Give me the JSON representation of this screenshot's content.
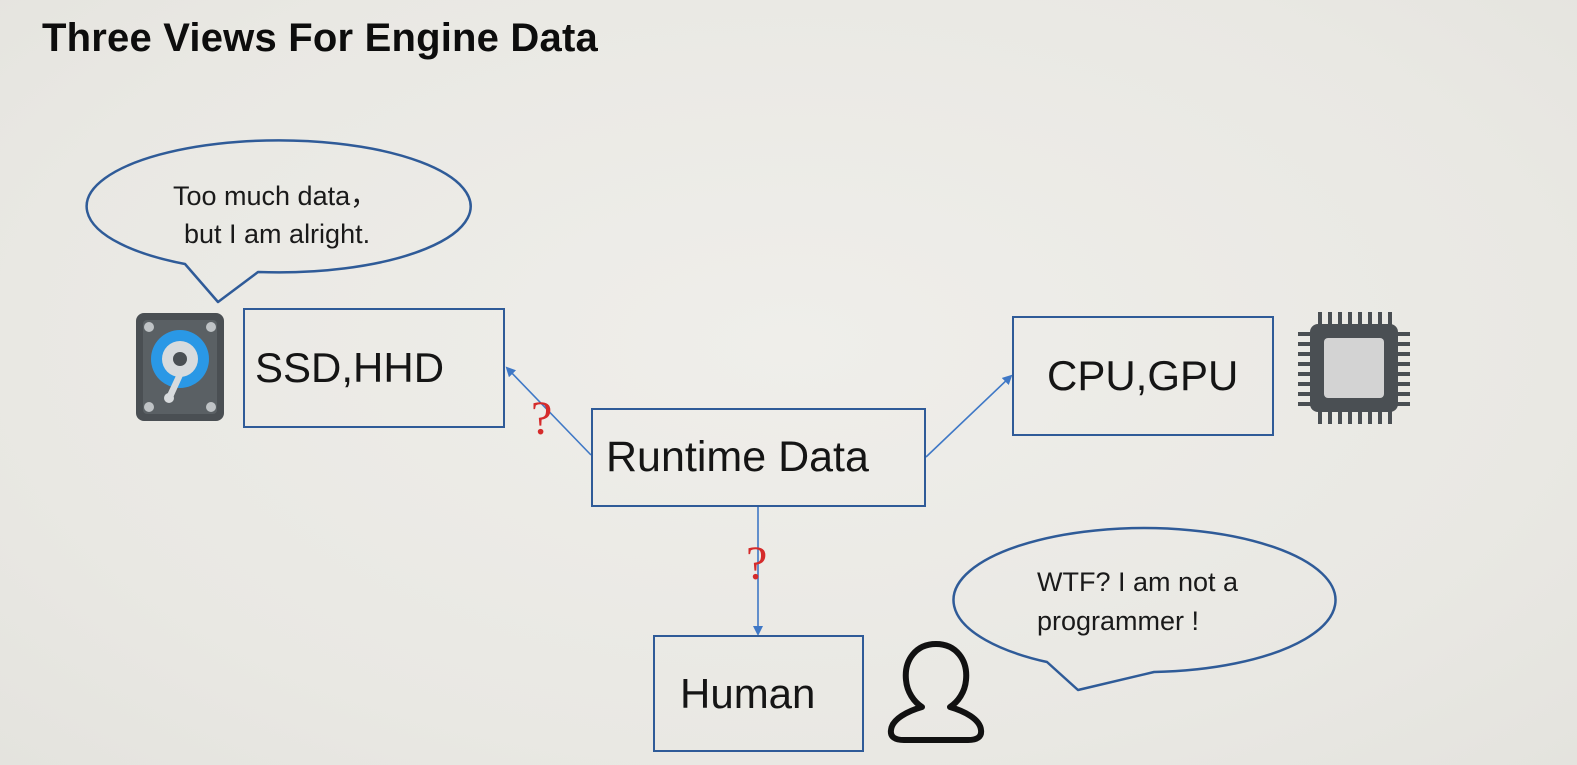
{
  "slide": {
    "title": "Three Views For Engine Data"
  },
  "nodes": {
    "storage": "SSD,HHD",
    "processor": "CPU,GPU",
    "runtime": "Runtime Data",
    "human": "Human"
  },
  "bubbles": {
    "storage": [
      "Too much data，",
      "but I am alright."
    ],
    "human": [
      "WTF? I am not a",
      "programmer !"
    ]
  },
  "markers": {
    "storage_link": "?",
    "human_link": "?"
  },
  "icons": {
    "storage": "hard-drive-icon",
    "processor": "cpu-chip-icon",
    "human": "person-icon"
  },
  "colors": {
    "box_border": "#2f5b98",
    "arrow": "#3f78c6",
    "question_mark": "#d52b2b",
    "hdd_body": "#4a4f53",
    "hdd_platter": "#2a98e6",
    "chip_body": "#4a4f53",
    "chip_core": "#d3d3d3"
  }
}
